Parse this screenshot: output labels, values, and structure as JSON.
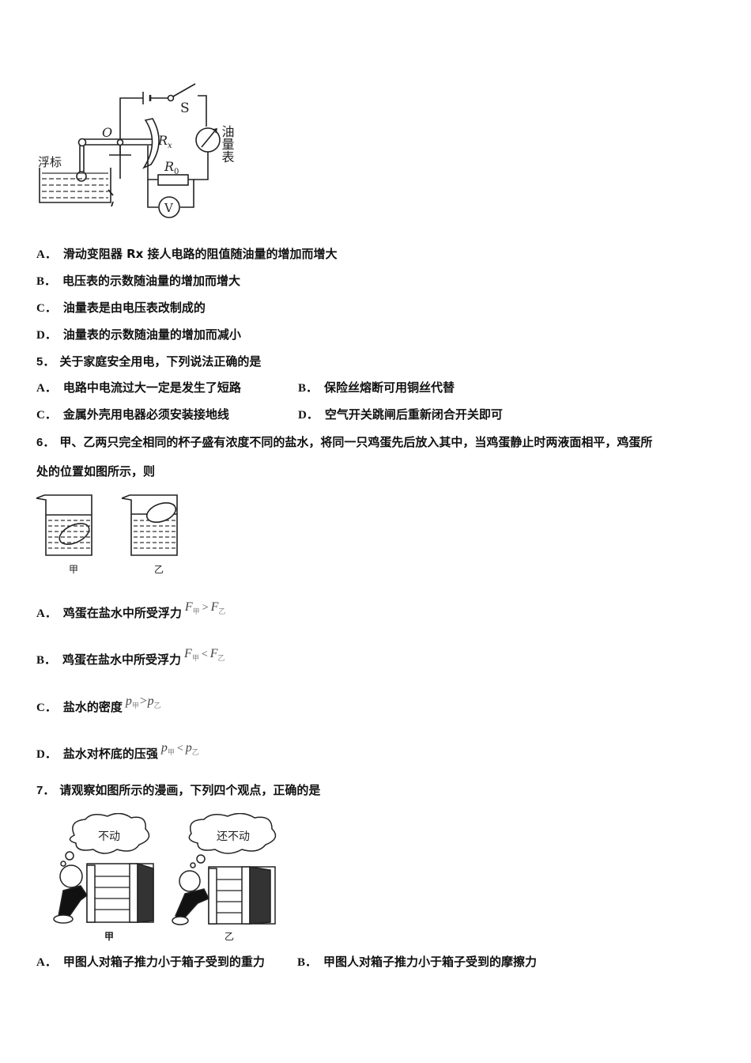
{
  "figure_circuit": {
    "float_label": "浮标",
    "pivot_label": "O",
    "switch_label": "S",
    "rx_label": "R",
    "rx_sub": "x",
    "r0_label": "R",
    "r0_sub": "0",
    "voltmeter_label": "V",
    "gauge_label": "油量表"
  },
  "q4_options": [
    {
      "label": "A．",
      "text": "滑动变阻器 Rx 接人电路的阻值随油量的增加而增大"
    },
    {
      "label": "B．",
      "text": "电压表的示数随油量的增加而增大"
    },
    {
      "label": "C．",
      "text": "油量表是由电压表改制成的"
    },
    {
      "label": "D．",
      "text": "油量表的示数随油量的增加而减小"
    }
  ],
  "q5": {
    "number": "5．",
    "stem": "关于家庭安全用电，下列说法正确的是",
    "options": [
      {
        "label": "A．",
        "text": "电路中电流过大一定是发生了短路"
      },
      {
        "label": "B．",
        "text": "保险丝熔断可用铜丝代替"
      },
      {
        "label": "C．",
        "text": "金属外壳用电器必须安装接地线"
      },
      {
        "label": "D．",
        "text": "空气开关跳闸后重新闭合开关即可"
      }
    ]
  },
  "q6": {
    "number": "6．",
    "stem_line1": "甲、乙两只完全相同的杯子盛有浓度不同的盐水，将同一只鸡蛋先后放入其中，当鸡蛋静止时两液面相平，鸡蛋所",
    "stem_line2": "处的位置如图所示，则",
    "figure_labels": [
      "甲",
      "乙"
    ],
    "options": [
      {
        "label": "A．",
        "text": "鸡蛋在盐水中所受浮力",
        "sym": "F",
        "sub1": "甲",
        "op": ">",
        "sub2": "乙"
      },
      {
        "label": "B．",
        "text": "鸡蛋在盐水中所受浮力",
        "sym": "F",
        "sub1": "甲",
        "op": "<",
        "sub2": "乙"
      },
      {
        "label": "C．",
        "text": "盐水的密度",
        "sym": "p",
        "sub1": "甲",
        "op": ">",
        "sub2": "乙"
      },
      {
        "label": "D．",
        "text": "盐水对杯底的压强",
        "sym": "p",
        "sub1": "甲",
        "op": "<",
        "sub2": "乙"
      }
    ]
  },
  "q7": {
    "number": "7．",
    "stem": "请观察如图所示的漫画，下列四个观点，正确的是",
    "figure": {
      "bubble_left": "不动",
      "bubble_right": "还不动",
      "labels": [
        "甲",
        "乙"
      ]
    },
    "options": [
      {
        "label": "A．",
        "text": "甲图人对箱子推力小于箱子受到的重力"
      },
      {
        "label": "B．",
        "text": "甲图人对箱子推力小于箱子受到的摩擦力"
      }
    ]
  }
}
